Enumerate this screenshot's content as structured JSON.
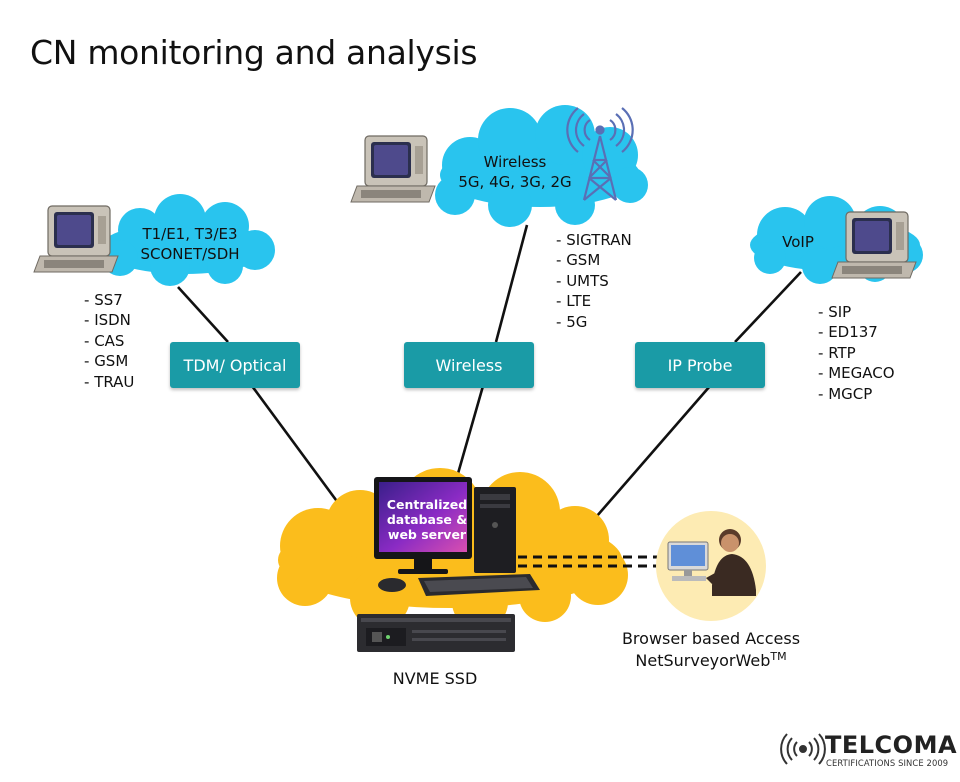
{
  "title": "CN monitoring and analysis",
  "clouds": {
    "tdm": {
      "line1": "T1/E1, T3/E3",
      "line2": "SCONET/SDH"
    },
    "wireless": {
      "line1": "Wireless",
      "line2": "5G, 4G, 3G, 2G"
    },
    "voip": {
      "label": "VoIP"
    }
  },
  "protocols": {
    "tdm": [
      "SS7",
      "ISDN",
      "CAS",
      "GSM",
      "TRAU"
    ],
    "wireless": [
      "SIGTRAN",
      "GSM",
      "UMTS",
      "LTE",
      "5G"
    ],
    "voip": [
      "SIP",
      "ED137",
      "RTP",
      "MEGACO",
      "MGCP"
    ]
  },
  "probes": {
    "tdm": "TDM/ Optical",
    "wireless": "Wireless",
    "ip": "IP Probe"
  },
  "server": {
    "monitor_text": [
      "Centralized",
      "database &",
      "web server"
    ],
    "storage_label": "NVME SSD"
  },
  "access": {
    "line1": "Browser based Access",
    "line2": "NetSurveyorWeb",
    "line2_sup": "TM"
  },
  "logo": {
    "brand": "TELCOMA",
    "tagline": "CERTIFICATIONS SINCE 2009"
  },
  "colors": {
    "cloud_blue": "#29c4ee",
    "cloud_yellow": "#fbbd1c",
    "probe_teal": "#1a9ba6",
    "access_circle": "#fdebb3"
  }
}
